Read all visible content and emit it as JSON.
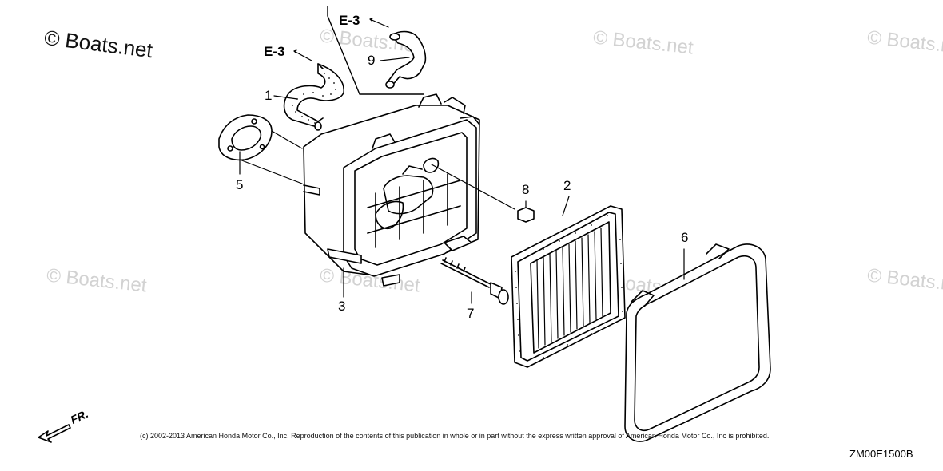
{
  "watermark": "© Boats.net",
  "callouts": {
    "p1": "1",
    "p2": "2",
    "p3": "3",
    "p5": "5",
    "p6": "6",
    "p7": "7",
    "p8": "8",
    "p9": "9"
  },
  "refs": {
    "r1": "E-3",
    "r2": "E-3"
  },
  "direction": "FR.",
  "copyright": "(c) 2002-2013 American Honda Motor Co., Inc. Reproduction of the contents of this publication in whole or in part without the express written approval of American Honda Motor Co., Inc is prohibited.",
  "diagram_code": "ZM00E1500B"
}
